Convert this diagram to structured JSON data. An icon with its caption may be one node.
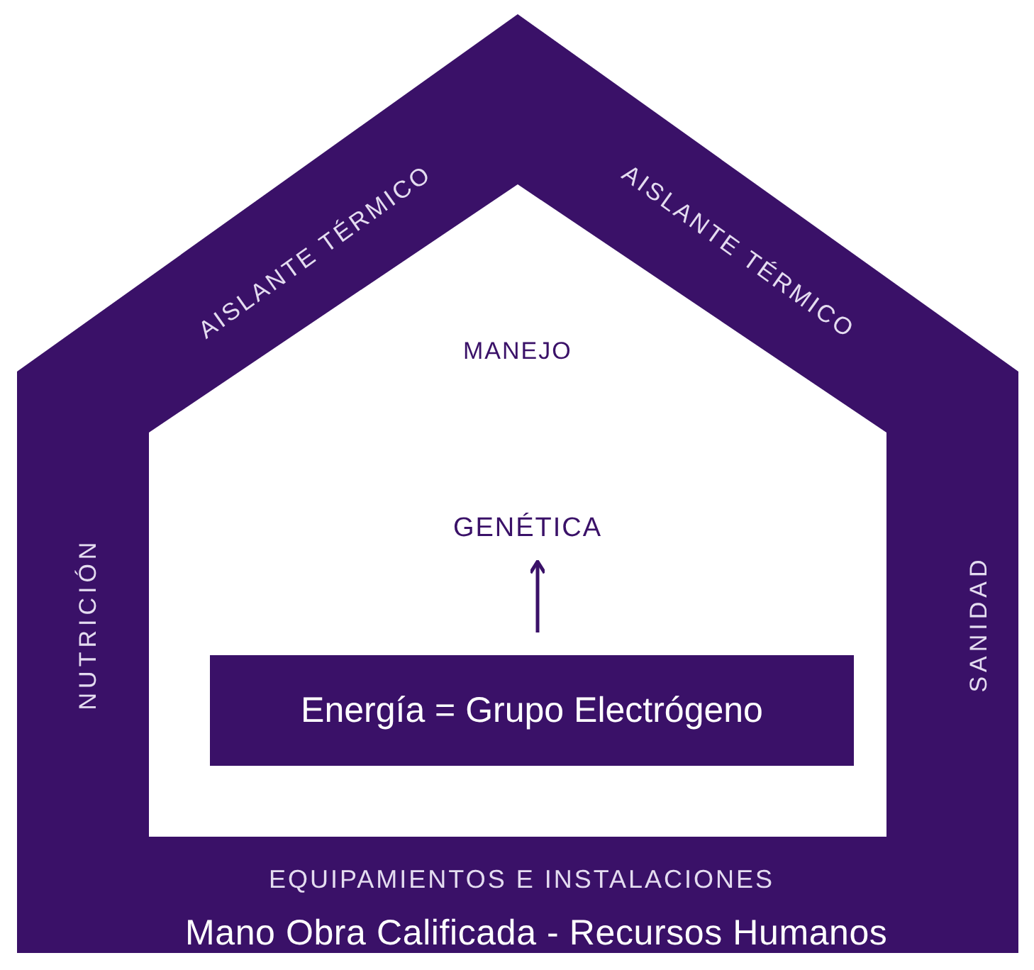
{
  "diagram": {
    "nodes": [
      {
        "text": [
          "AISLANTE TÉRMICO",
          "AISLANTE TÉRMICO",
          "NUTRICIÓN",
          "SANIDAD",
          "EQUIPAMIENTOS E INSTALACIONES",
          "Mano Obra Calificada - Recursos Humanos"
        ]
      },
      {
        "text": [
          "MANEJO"
        ],
        "in": 0
      },
      {
        "text": [
          "GENÉTICA"
        ],
        "in": 1
      },
      {
        "text": [
          "Energía = Grupo Electrógeno"
        ],
        "in": 1
      }
    ],
    "edges": [
      {
        "from": 3,
        "to": 2,
        "arrow": "to"
      }
    ]
  }
}
